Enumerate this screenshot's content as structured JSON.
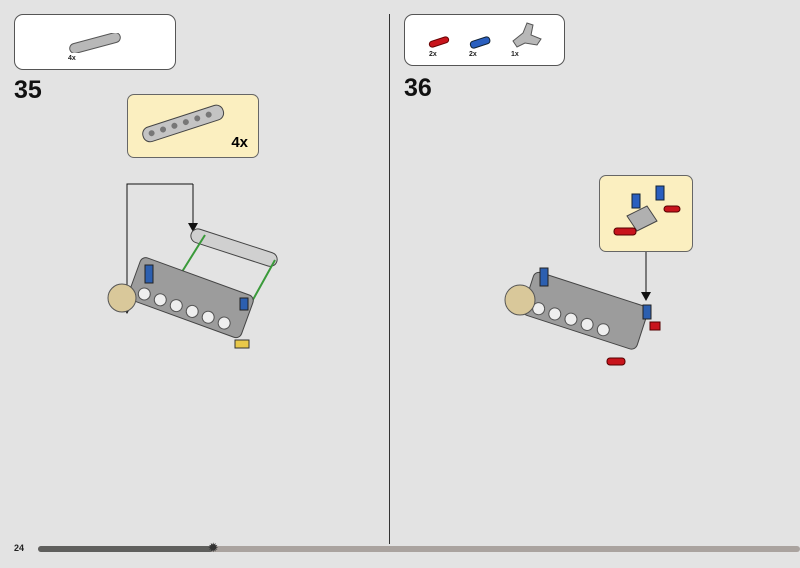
{
  "page_number": "24",
  "progress_fraction": 0.23,
  "steps": [
    {
      "number": "35",
      "parts": [
        {
          "name": "beam-7",
          "qty": "4x"
        }
      ],
      "callout_qty": "4x"
    },
    {
      "number": "36",
      "parts": [
        {
          "name": "red-axle-pin",
          "qty": "2x"
        },
        {
          "name": "blue-pin",
          "qty": "2x"
        },
        {
          "name": "gray-connector",
          "qty": "1x"
        }
      ]
    }
  ],
  "colors": {
    "callout_bg": "#fbefc0",
    "progress": "#5f5f5d"
  }
}
